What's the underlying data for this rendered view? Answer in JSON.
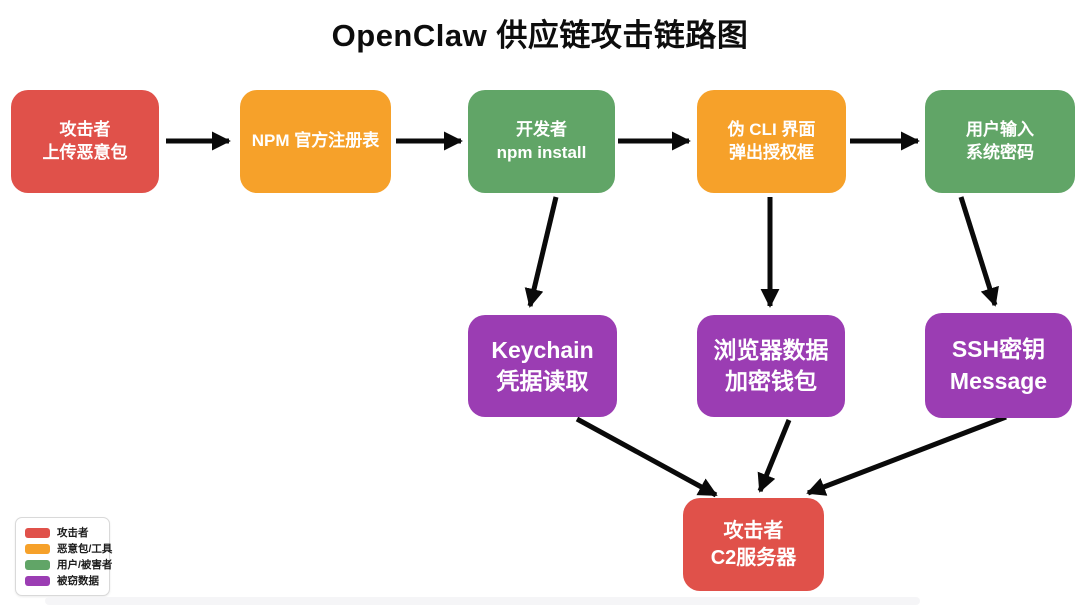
{
  "title": "OpenClaw 供应链攻击链路图",
  "colors": {
    "attacker_red": "#E0514A",
    "malicious_orange": "#F6A12A",
    "user_green": "#61A567",
    "stolen_purple": "#9B3DB3",
    "arrow_black": "#0a0a0a"
  },
  "nodes": [
    {
      "id": "attacker-upload",
      "line1": "攻击者",
      "line2": "上传恶意包",
      "type": "attacker"
    },
    {
      "id": "npm-registry",
      "line1": "NPM 官方注册表",
      "line2": "",
      "type": "malicious"
    },
    {
      "id": "developer-install",
      "line1": "开发者",
      "line2": "npm install",
      "type": "user"
    },
    {
      "id": "fake-cli",
      "line1": "伪 CLI 界面",
      "line2": "弹出授权框",
      "type": "malicious"
    },
    {
      "id": "user-password",
      "line1": "用户输入",
      "line2": "系统密码",
      "type": "user"
    },
    {
      "id": "keychain",
      "line1": "Keychain",
      "line2": "凭据读取",
      "type": "stolen"
    },
    {
      "id": "browser-data",
      "line1": "浏览器数据",
      "line2": "加密钱包",
      "type": "stolen"
    },
    {
      "id": "ssh-message",
      "line1": "SSH密钥",
      "line2": "Message",
      "type": "stolen"
    },
    {
      "id": "c2-server",
      "line1": "攻击者",
      "line2": "C2服务器",
      "type": "attacker"
    }
  ],
  "edges": [
    {
      "from": "attacker-upload",
      "to": "npm-registry"
    },
    {
      "from": "npm-registry",
      "to": "developer-install"
    },
    {
      "from": "developer-install",
      "to": "fake-cli"
    },
    {
      "from": "fake-cli",
      "to": "user-password"
    },
    {
      "from": "developer-install",
      "to": "keychain"
    },
    {
      "from": "fake-cli",
      "to": "browser-data"
    },
    {
      "from": "user-password",
      "to": "ssh-message"
    },
    {
      "from": "keychain",
      "to": "c2-server"
    },
    {
      "from": "browser-data",
      "to": "c2-server"
    },
    {
      "from": "ssh-message",
      "to": "c2-server"
    }
  ],
  "legend": {
    "items": [
      {
        "label": "攻击者",
        "color": "#E0514A"
      },
      {
        "label": "恶意包/工具",
        "color": "#F6A12A"
      },
      {
        "label": "用户/被害者",
        "color": "#61A567"
      },
      {
        "label": "被窃数据",
        "color": "#9B3DB3"
      }
    ]
  }
}
